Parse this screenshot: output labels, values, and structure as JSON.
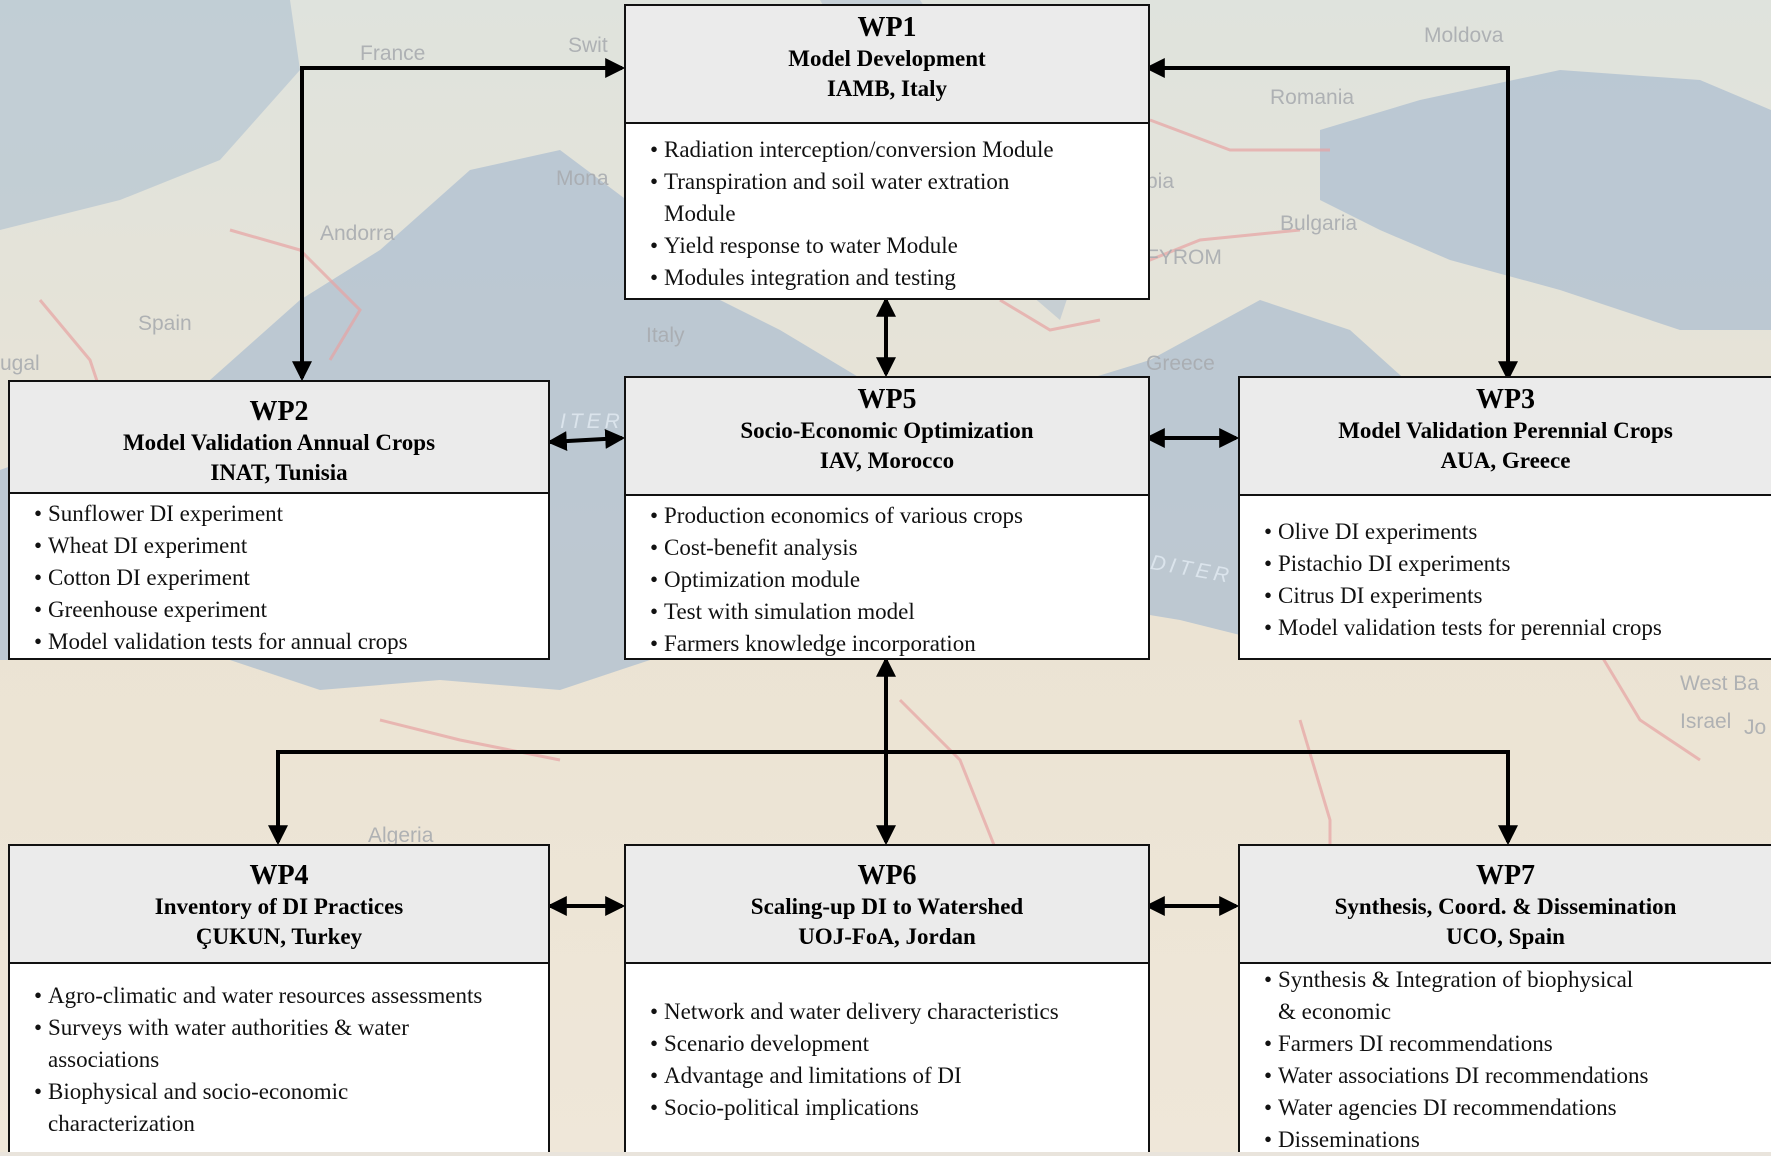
{
  "map_labels": [
    {
      "id": "france",
      "text": "France"
    },
    {
      "id": "swit",
      "text": "Swit"
    },
    {
      "id": "moldova",
      "text": "Moldova"
    },
    {
      "id": "romania",
      "text": "Romania"
    },
    {
      "id": "mona",
      "text": "Mona"
    },
    {
      "id": "bia",
      "text": "bia"
    },
    {
      "id": "andorra",
      "text": "Andorra"
    },
    {
      "id": "bulgaria",
      "text": "Bulgaria"
    },
    {
      "id": "fyrom",
      "text": "FYROM"
    },
    {
      "id": "spain",
      "text": "Spain"
    },
    {
      "id": "italy",
      "text": "Italy"
    },
    {
      "id": "ugal",
      "text": "ugal"
    },
    {
      "id": "greece",
      "text": "Greece"
    },
    {
      "id": "iter1",
      "text": "ITER"
    },
    {
      "id": "iter2",
      "text": "DITER"
    },
    {
      "id": "westbank",
      "text": "West Ba"
    },
    {
      "id": "israel",
      "text": "Israel"
    },
    {
      "id": "jo",
      "text": "Jo"
    },
    {
      "id": "algeria",
      "text": "Algeria"
    }
  ],
  "work_packages": {
    "wp1": {
      "code": "WP1",
      "title": "Model Development",
      "lead": "IAMB, Italy",
      "items": [
        "Radiation interception/conversion Module",
        "Transpiration and soil water extration",
        "Module",
        "Yield response to water Module",
        "Modules integration and testing"
      ]
    },
    "wp2": {
      "code": "WP2",
      "title": "Model Validation Annual Crops",
      "lead": "INAT, Tunisia",
      "items": [
        "Sunflower DI experiment",
        "Wheat DI experiment",
        "Cotton DI experiment",
        "Greenhouse experiment",
        "Model validation tests for annual crops"
      ]
    },
    "wp5": {
      "code": "WP5",
      "title": "Socio-Economic Optimization",
      "lead": "IAV, Morocco",
      "items": [
        "Production economics of various crops",
        "Cost-benefit analysis",
        "Optimization module",
        "Test with simulation model",
        "Farmers knowledge incorporation"
      ]
    },
    "wp3": {
      "code": "WP3",
      "title": "Model Validation Perennial Crops",
      "lead": "AUA, Greece",
      "items": [
        "Olive DI experiments",
        "Pistachio DI experiments",
        "Citrus DI experiments",
        "Model validation tests for perennial crops"
      ]
    },
    "wp4": {
      "code": "WP4",
      "title": "Inventory of DI Practices",
      "lead": "ÇUKUN, Turkey",
      "items": [
        "Agro-climatic and water resources assessments",
        "Surveys with water authorities & water",
        "associations",
        "Biophysical and socio-economic",
        "characterization"
      ]
    },
    "wp6": {
      "code": "WP6",
      "title": "Scaling-up DI to Watershed",
      "lead": "UOJ-FoA, Jordan",
      "items": [
        "Network and water delivery characteristics",
        "Scenario development",
        "Advantage and limitations of DI",
        "Socio-political implications"
      ]
    },
    "wp7": {
      "code": "WP7",
      "title": "Synthesis, Coord. & Dissemination",
      "lead": "UCO, Spain",
      "items": [
        "Synthesis & Integration of biophysical",
        "& economic",
        "Farmers DI recommendations",
        "Water associations DI recommendations",
        "Water agencies DI recommendations",
        "Disseminations"
      ]
    }
  },
  "continuation_lines": [
    "wp1.items.2",
    "wp4.items.2",
    "wp4.items.4",
    "wp7.items.1"
  ],
  "connections": [
    {
      "from": "WP1",
      "to": "WP2",
      "style": "double-arrow"
    },
    {
      "from": "WP1",
      "to": "WP3",
      "style": "double-arrow"
    },
    {
      "from": "WP1",
      "to": "WP5",
      "style": "double-arrow"
    },
    {
      "from": "WP2",
      "to": "WP5",
      "style": "double-arrow"
    },
    {
      "from": "WP5",
      "to": "WP3",
      "style": "double-arrow"
    },
    {
      "from": "WP5",
      "to": "WP4",
      "style": "arrow"
    },
    {
      "from": "WP5",
      "to": "WP6",
      "style": "double-arrow"
    },
    {
      "from": "WP5",
      "to": "WP7",
      "style": "arrow"
    },
    {
      "from": "WP4",
      "to": "WP6",
      "style": "double-arrow"
    },
    {
      "from": "WP6",
      "to": "WP7",
      "style": "double-arrow"
    }
  ]
}
